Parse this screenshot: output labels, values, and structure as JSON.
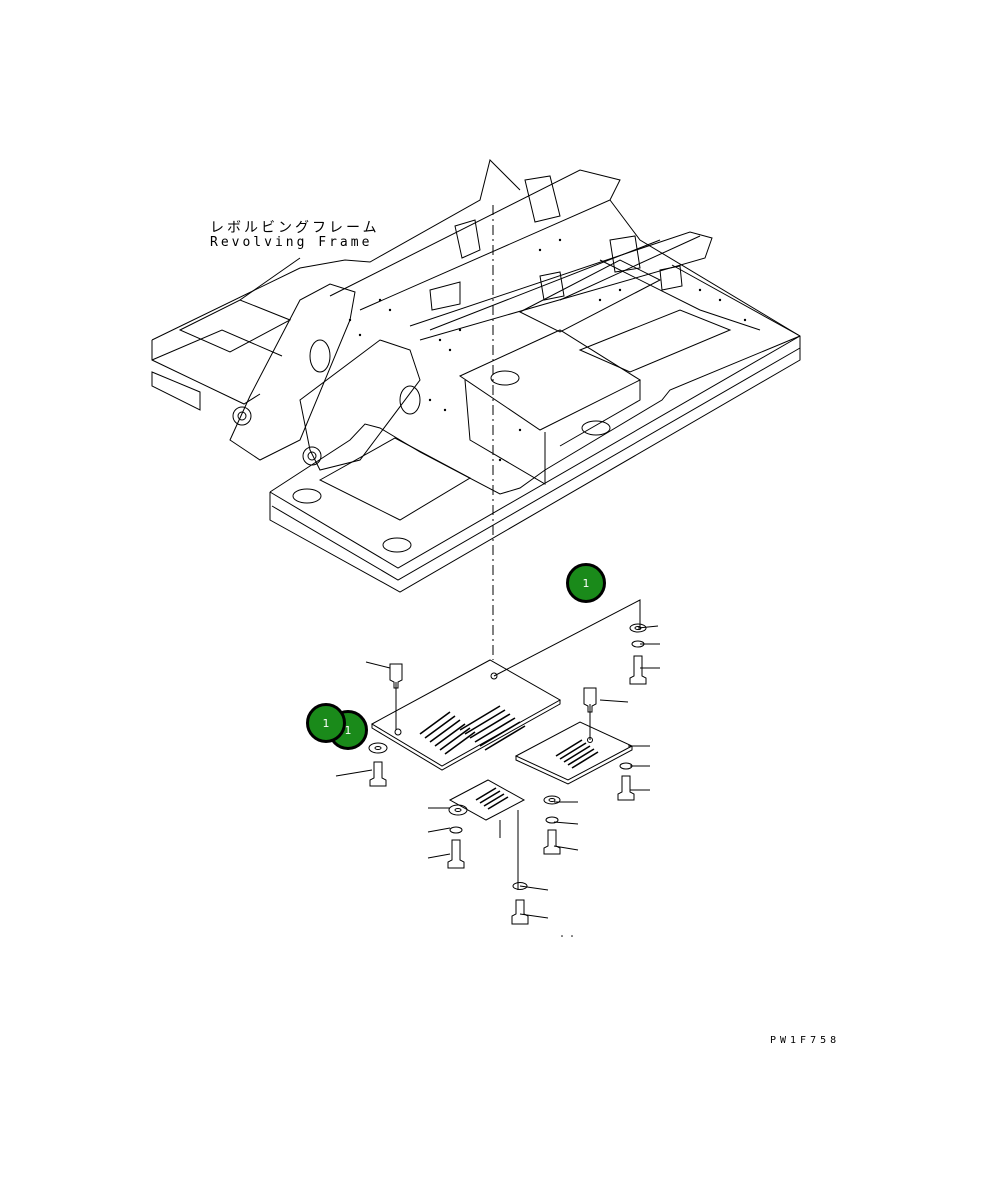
{
  "labels": {
    "frame_name_jp": "レボルビングフレーム",
    "frame_name_en": "Revolving Frame",
    "drawing_code": "PW1F758"
  },
  "callouts": [
    {
      "text": "1"
    },
    {
      "text": "1"
    },
    {
      "text": "1"
    }
  ],
  "colors": {
    "line": "#000000",
    "callout_fill": "#1a8a1a",
    "background": "#ffffff"
  }
}
